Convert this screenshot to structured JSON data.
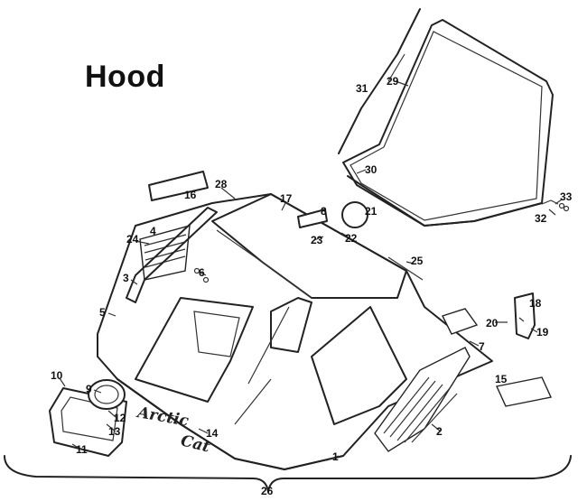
{
  "diagram": {
    "title": "Hood",
    "script_lettering": [
      "Arctic",
      "Cat"
    ],
    "callouts": [
      "1",
      "2",
      "3",
      "4",
      "5",
      "6",
      "7",
      "8",
      "9",
      "10",
      "11",
      "12",
      "13",
      "14",
      "15",
      "16",
      "17",
      "18",
      "19",
      "20",
      "21",
      "22",
      "23",
      "24",
      "25",
      "26",
      "28",
      "29",
      "30",
      "31",
      "32",
      "33"
    ]
  }
}
